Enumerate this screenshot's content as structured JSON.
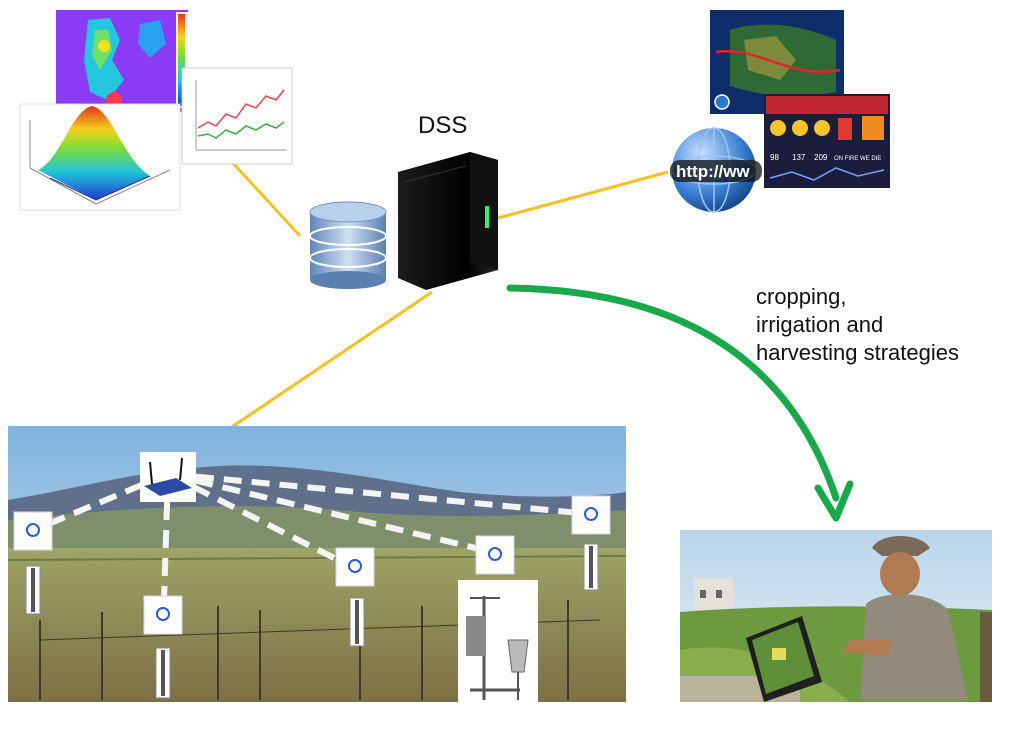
{
  "title": "DSS",
  "output": {
    "lines": [
      "cropping,",
      "irrigation and",
      "harvesting strategies"
    ]
  },
  "web": {
    "url_text": "http://ww"
  },
  "weather_card": {
    "temps": [
      "98",
      "137",
      "209",
      "ON FIRE",
      "WE DIE"
    ]
  },
  "colors": {
    "link_line": "#f5c021",
    "result_arrow": "#19a84a",
    "sky": "#9fc7e8",
    "field": "#9aa06a"
  }
}
